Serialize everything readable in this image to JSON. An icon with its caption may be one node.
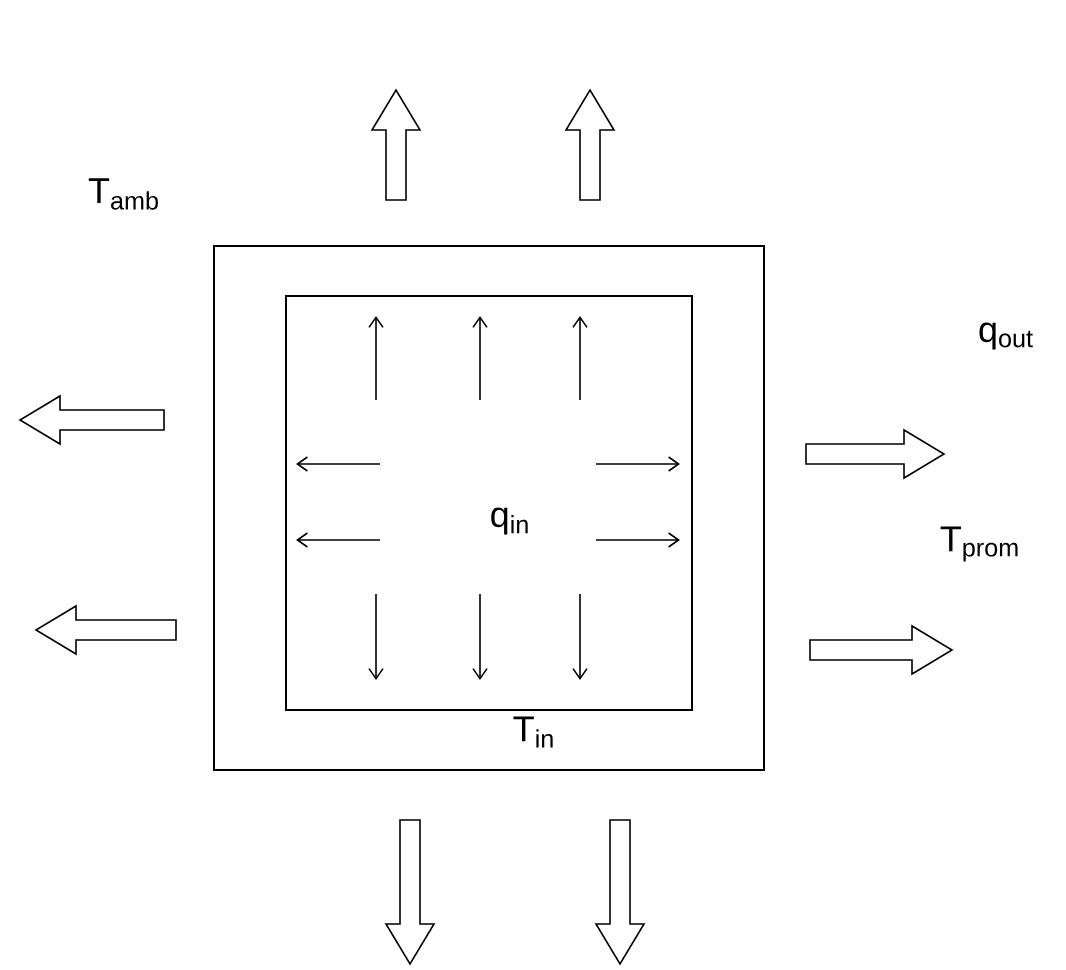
{
  "diagram": {
    "nodes": [
      {
        "text": [
          "T$_{in}$"
        ]
      },
      {
        "text": [
          "q$_{in}$"
        ],
        "in": 0
      }
    ],
    "edges": [],
    "labels": [
      "T$_{amb}$",
      "q$_{out}$",
      "T$_{prom}$"
    ]
  }
}
